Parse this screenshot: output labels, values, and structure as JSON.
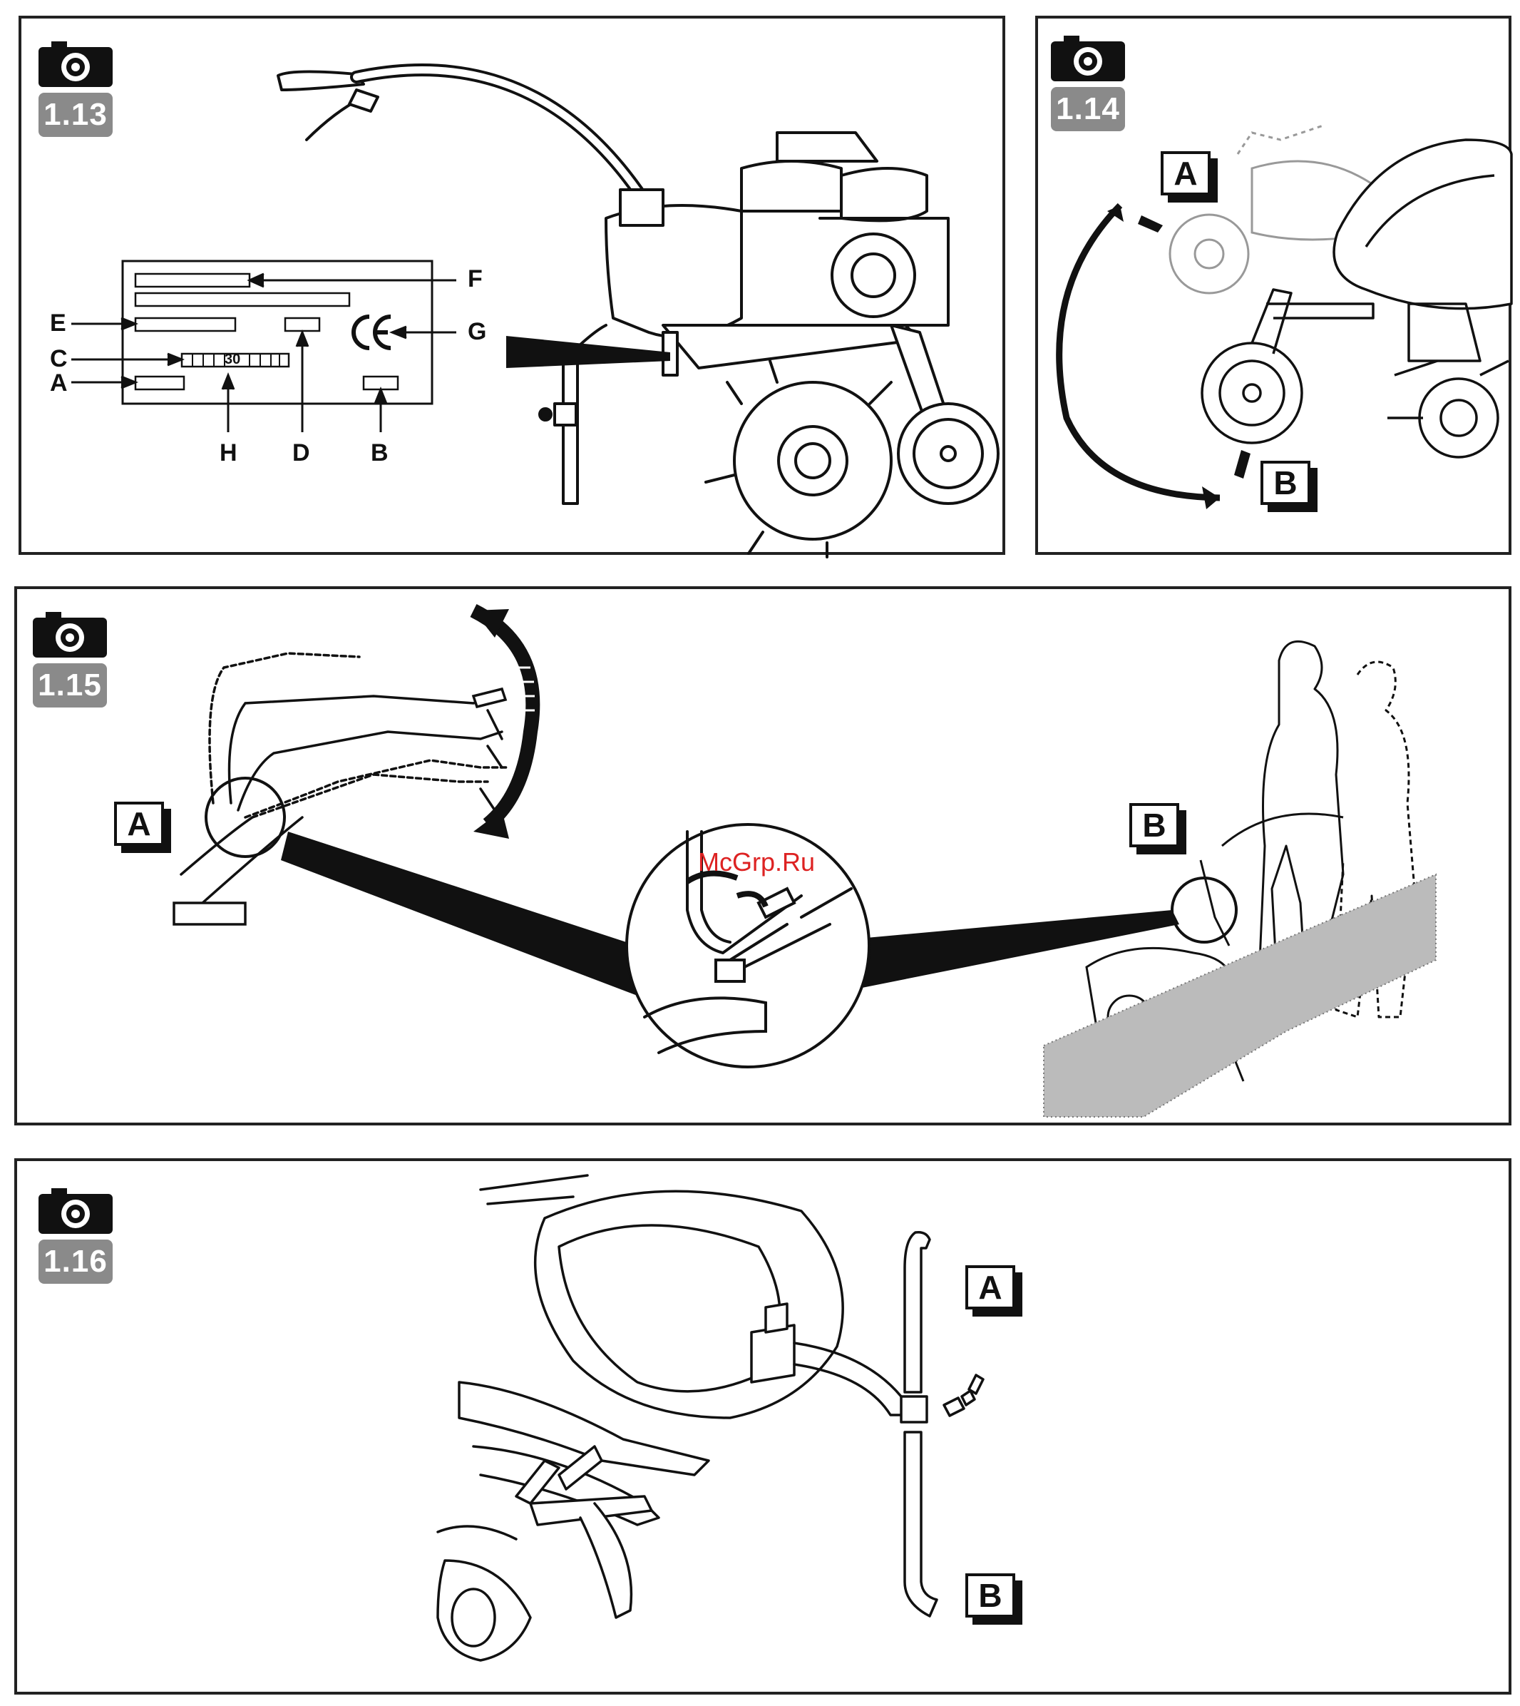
{
  "figures": [
    {
      "number": "1.13"
    },
    {
      "number": "1.14",
      "labels": {
        "a": "A",
        "b": "B"
      }
    },
    {
      "number": "1.15",
      "labels": {
        "a": "A",
        "b": "B"
      }
    },
    {
      "number": "1.16",
      "labels": {
        "a": "A",
        "b": "B"
      }
    }
  ],
  "plate": {
    "letters": {
      "a": "A",
      "b": "B",
      "c": "C",
      "d": "D",
      "e": "E",
      "f": "F",
      "g": "G",
      "h": "H"
    },
    "serial_mark": "30",
    "ce_mark": "CE"
  },
  "watermark": "McGrp.Ru",
  "icons": [
    "camera-icon"
  ]
}
